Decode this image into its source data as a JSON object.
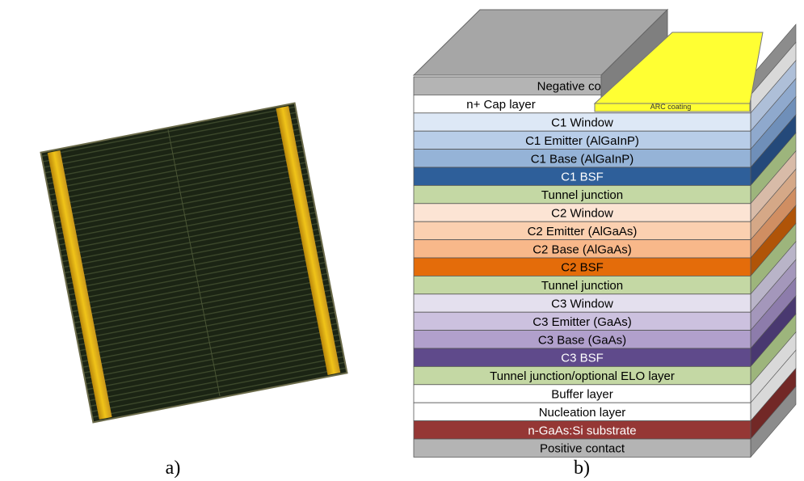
{
  "captions": {
    "a": "a)",
    "b": "b)"
  },
  "arc_coating": "ARC coating",
  "layers": [
    {
      "label": "Negative contact",
      "fill": "#b4b4b4",
      "side": "#8c8c8c",
      "text_color": "#000000"
    },
    {
      "label": "n+ Cap layer",
      "fill": "#ffffff",
      "side": "#d9d9d9",
      "text_color": "#000000"
    },
    {
      "label": "C1 Window",
      "fill": "#dde8f6",
      "side": "#aebfd8",
      "text_color": "#000000"
    },
    {
      "label": "C1 Emitter (AlGaInP)",
      "fill": "#b8cde8",
      "side": "#8fa9cd",
      "text_color": "#000000"
    },
    {
      "label": "C1 Base (AlGaInP)",
      "fill": "#95b3d7",
      "side": "#6f8fb9",
      "text_color": "#000000"
    },
    {
      "label": "C1 BSF",
      "fill": "#2e5f9a",
      "side": "#24497a",
      "text_color": "#ffffff"
    },
    {
      "label": "Tunnel junction",
      "fill": "#c4d8a4",
      "side": "#9db57c",
      "text_color": "#000000"
    },
    {
      "label": "C2 Window",
      "fill": "#fce4d4",
      "side": "#d8bba8",
      "text_color": "#000000"
    },
    {
      "label": "C2 Emitter (AlGaAs)",
      "fill": "#fbd0b0",
      "side": "#d5a887",
      "text_color": "#000000"
    },
    {
      "label": "C2 Base (AlGaAs)",
      "fill": "#f8b88a",
      "side": "#d08e62",
      "text_color": "#000000"
    },
    {
      "label": "C2 BSF",
      "fill": "#e46c0a",
      "side": "#b05408",
      "text_color": "#000000"
    },
    {
      "label": "Tunnel junction",
      "fill": "#c4d8a4",
      "side": "#9db57c",
      "text_color": "#000000"
    },
    {
      "label": "C3 Window",
      "fill": "#e4e0ee",
      "side": "#b9b4c8",
      "text_color": "#000000"
    },
    {
      "label": "C3 Emitter (GaAs)",
      "fill": "#ccc1df",
      "side": "#a497bb",
      "text_color": "#000000"
    },
    {
      "label": "C3 Base (GaAs)",
      "fill": "#b1a0cc",
      "side": "#8d7cab",
      "text_color": "#000000"
    },
    {
      "label": "C3 BSF",
      "fill": "#5f4a8b",
      "side": "#493870",
      "text_color": "#ffffff"
    },
    {
      "label": "Tunnel junction/optional ELO layer",
      "fill": "#c4d8a4",
      "side": "#9db57c",
      "text_color": "#000000"
    },
    {
      "label": "Buffer layer",
      "fill": "#ffffff",
      "side": "#d9d9d9",
      "text_color": "#000000"
    },
    {
      "label": "Nucleation layer",
      "fill": "#ffffff",
      "side": "#d9d9d9",
      "text_color": "#000000"
    },
    {
      "label": "n-GaAs:Si substrate",
      "fill": "#953735",
      "side": "#722826",
      "text_color": "#ffffff"
    },
    {
      "label": "Positive contact",
      "fill": "#b4b4b4",
      "side": "#8c8c8c",
      "text_color": "#000000"
    }
  ]
}
